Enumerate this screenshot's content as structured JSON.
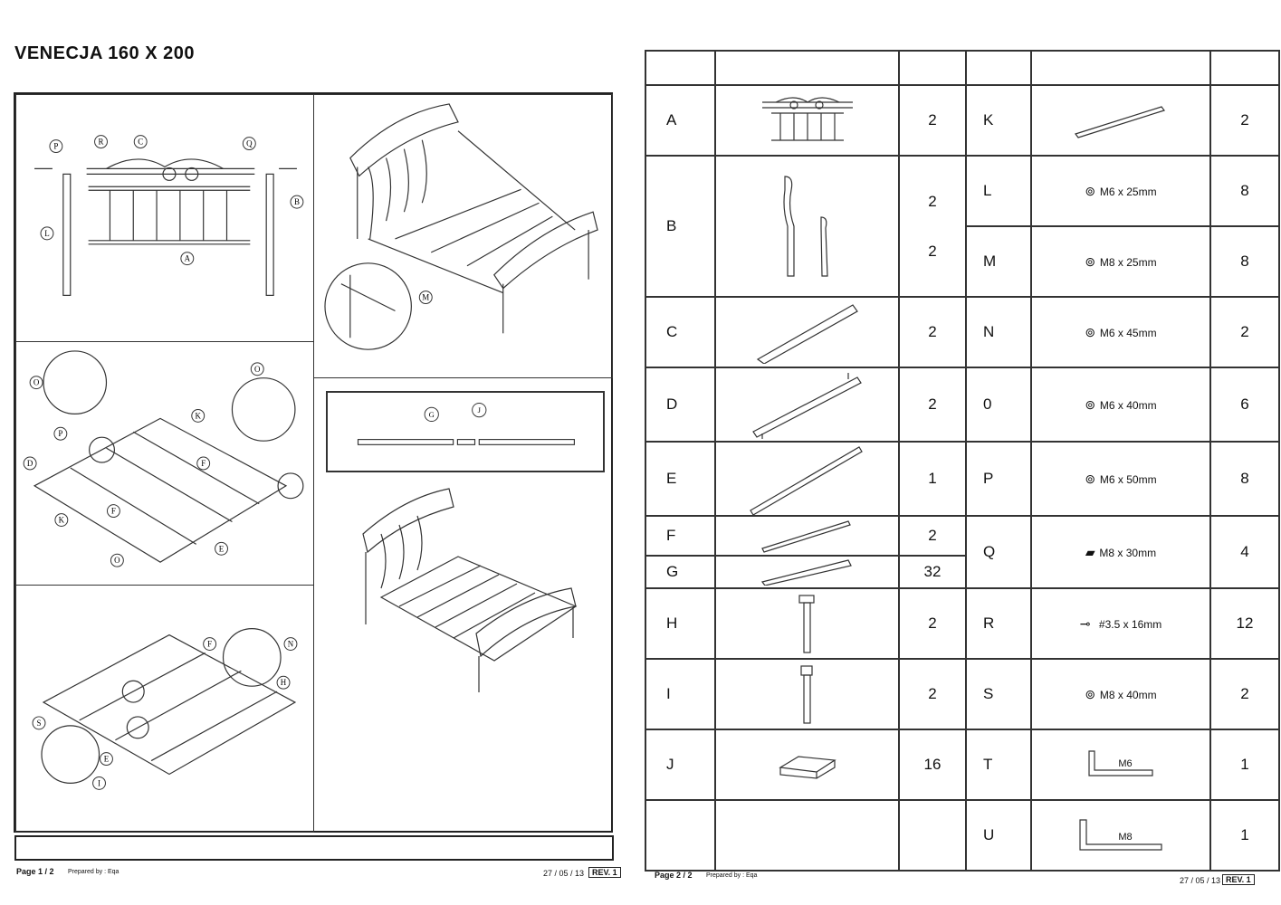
{
  "page1": {
    "title": "VENECJA 160 X 200",
    "labels": {
      "p1": [
        "P",
        "R",
        "C",
        "Q",
        "B",
        "L",
        "A"
      ],
      "p2": [
        "M"
      ],
      "p3": [
        "O",
        "K",
        "O",
        "P",
        "D",
        "F",
        "F",
        "K",
        "E",
        "O"
      ],
      "p4": [
        "G",
        "J"
      ],
      "p5": [
        "F",
        "N",
        "H",
        "S",
        "E",
        "I"
      ]
    },
    "footer": {
      "page": "Page 1 / 2",
      "prepared": "Prepared by : Eqa",
      "date": "27 / 05 / 13",
      "rev": "REV. 1"
    }
  },
  "page2": {
    "parts_left": [
      {
        "letter": "A",
        "qty": "2",
        "icon": "headboard-frame"
      },
      {
        "letter": "B",
        "qty": "2\n\n2",
        "icon": "legs"
      },
      {
        "letter": "C",
        "qty": "2",
        "icon": "top-rail"
      },
      {
        "letter": "D",
        "qty": "2",
        "icon": "side-rail"
      },
      {
        "letter": "E",
        "qty": "1",
        "icon": "center-rail"
      },
      {
        "letter": "F",
        "qty": "2",
        "icon": "cross-bar"
      },
      {
        "letter": "G",
        "qty": "32",
        "icon": "slat"
      },
      {
        "letter": "H",
        "qty": "2",
        "icon": "support-leg"
      },
      {
        "letter": "I",
        "qty": "2",
        "icon": "support-leg"
      },
      {
        "letter": "J",
        "qty": "16",
        "icon": "slat-cap"
      }
    ],
    "parts_right": [
      {
        "letter": "K",
        "spec": "",
        "qty": "2",
        "icon": "bar"
      },
      {
        "letter": "L",
        "spec": "M6 x 25mm",
        "qty": "8",
        "icon": "bolt"
      },
      {
        "letter": "M",
        "spec": "M8 x 25mm",
        "qty": "8",
        "icon": "bolt"
      },
      {
        "letter": "N",
        "spec": "M6 x 45mm",
        "qty": "2",
        "icon": "bolt"
      },
      {
        "letter": "0",
        "spec": "M6 x 40mm",
        "qty": "6",
        "icon": "bolt"
      },
      {
        "letter": "P",
        "spec": "M6 x 50mm",
        "qty": "8",
        "icon": "bolt"
      },
      {
        "letter": "Q",
        "spec": "M8 x 30mm",
        "qty": "4",
        "icon": "dowel"
      },
      {
        "letter": "R",
        "spec": "#3.5 x 16mm",
        "qty": "12",
        "icon": "screw"
      },
      {
        "letter": "S",
        "spec": "M8 x 40mm",
        "qty": "2",
        "icon": "bolt"
      },
      {
        "letter": "T",
        "spec": "M6",
        "qty": "1",
        "icon": "allen-key"
      },
      {
        "letter": "U",
        "spec": "M8",
        "qty": "1",
        "icon": "allen-key"
      }
    ],
    "footer": {
      "page": "Page 2 / 2",
      "prepared": "Prepared by : Eqa",
      "date": "27 / 05 / 13",
      "rev": "REV. 1"
    }
  }
}
